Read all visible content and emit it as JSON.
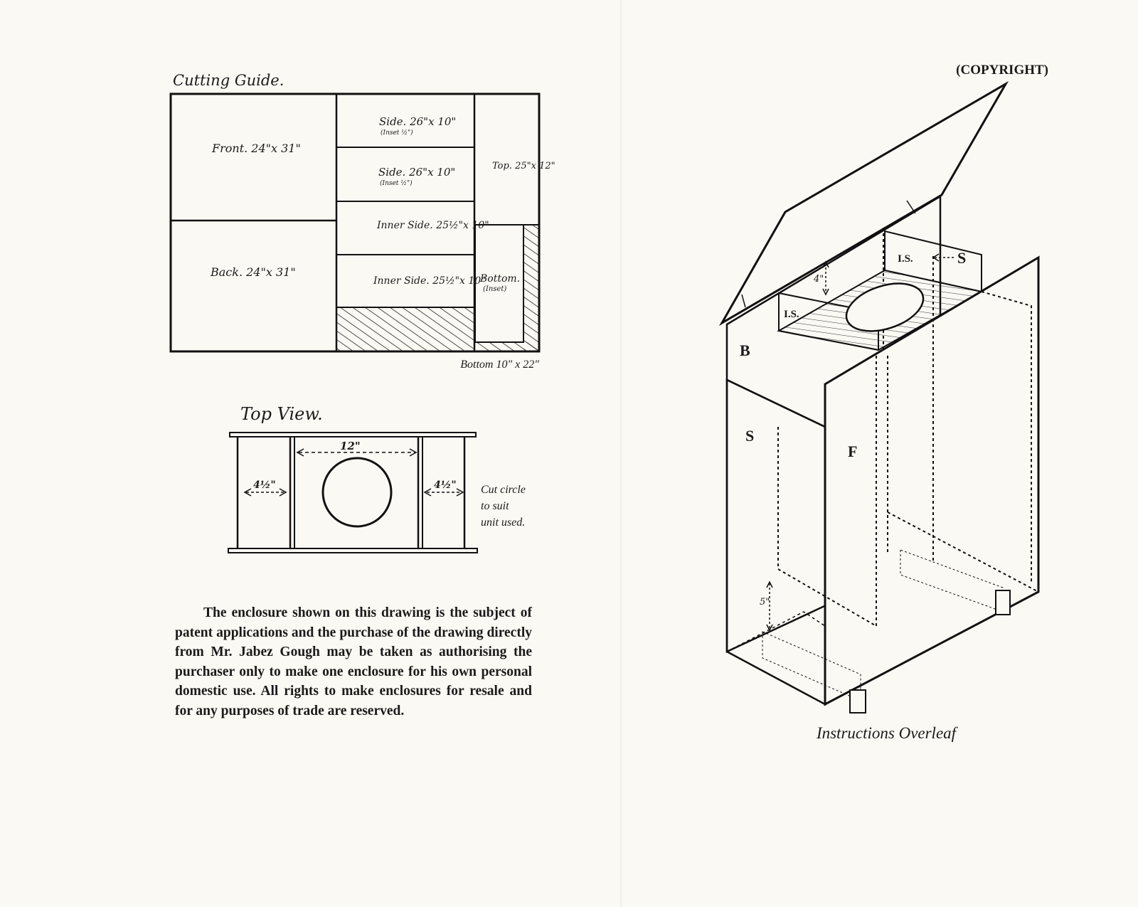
{
  "left_page": {
    "cutting_guide": {
      "title": "Cutting Guide.",
      "pieces": {
        "front": "Front. 24\"x 31\"",
        "back": "Back. 24\"x 31\"",
        "side1": "Side. 26\"x 10\"",
        "side1_note": "(Inset ½\")",
        "side2": "Side. 26\"x 10\"",
        "side2_note": "(Inset ½\")",
        "inner1": "Inner Side. 25½\"x 10\"",
        "inner2": "Inner Side. 25½\"x 10\"",
        "top": "Top. 25\"x 12\"",
        "bottom": "Bottom.",
        "bottom_note": "(Inset)"
      },
      "caption": "Bottom 10\" x 22\""
    },
    "top_view": {
      "title": "Top View.",
      "dim_center": "12\"",
      "dim_left": "4½\"",
      "dim_right": "4½\"",
      "note": [
        "Cut circle",
        "to suit",
        "unit used."
      ]
    },
    "notice": "The enclosure shown on this drawing is the subject of patent applications and the purchase of the drawing directly from Mr. Jabez Gough may be taken as authorising the purchaser only to make one enclosure for his own personal domestic use. All rights to make enclosures for resale and for any purposes of trade are reserved."
  },
  "right_page": {
    "copyright": "(COPYRIGHT)",
    "labels": {
      "back": "B",
      "side_front": "S",
      "side_back": "S",
      "front": "F",
      "inner_left": "I.S.",
      "inner_right": "I.S.",
      "dim_top": "4\"",
      "dim_bottom": "5\""
    },
    "caption": "Instructions Overleaf"
  }
}
